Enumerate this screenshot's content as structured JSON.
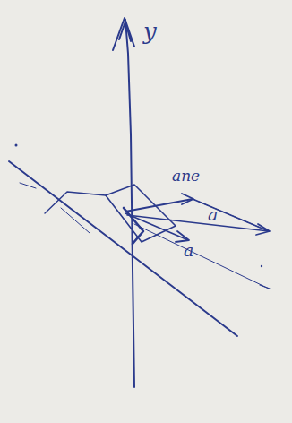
{
  "diagram": {
    "labels": [
      "y",
      "aпе",
      "a",
      "a"
    ]
  }
}
